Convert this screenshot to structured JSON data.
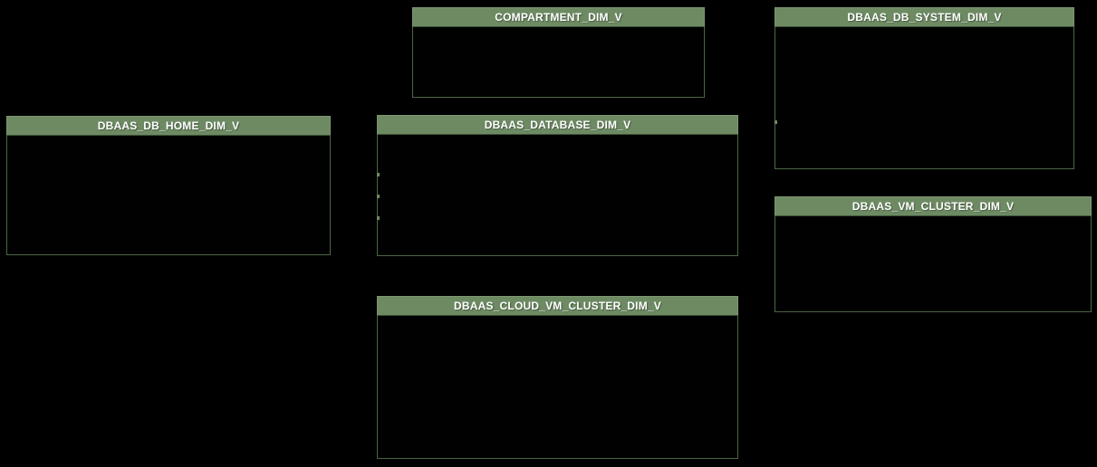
{
  "diagram": {
    "type": "entity-relationship-schema",
    "background_color": "#000000",
    "colors": {
      "header_bg": "#6d8a63",
      "header_border": "#7f9673",
      "body_border": "#4c6644",
      "body_bg": "#010101",
      "title_text": "#ffffff"
    },
    "entities": [
      {
        "id": "compartment_dim_v",
        "title": "COMPARTMENT_DIM_V"
      },
      {
        "id": "dbaas_db_system_dim_v",
        "title": "DBAAS_DB_SYSTEM_DIM_V"
      },
      {
        "id": "dbaas_db_home_dim_v",
        "title": "DBAAS_DB_HOME_DIM_V"
      },
      {
        "id": "dbaas_database_dim_v",
        "title": "DBAAS_DATABASE_DIM_V"
      },
      {
        "id": "dbaas_vm_cluster_dim_v",
        "title": "DBAAS_VM_CLUSTER_DIM_V"
      },
      {
        "id": "dbaas_cloud_vm_cluster_dim_v",
        "title": "DBAAS_CLOUD_VM_CLUSTER_DIM_V"
      }
    ]
  }
}
